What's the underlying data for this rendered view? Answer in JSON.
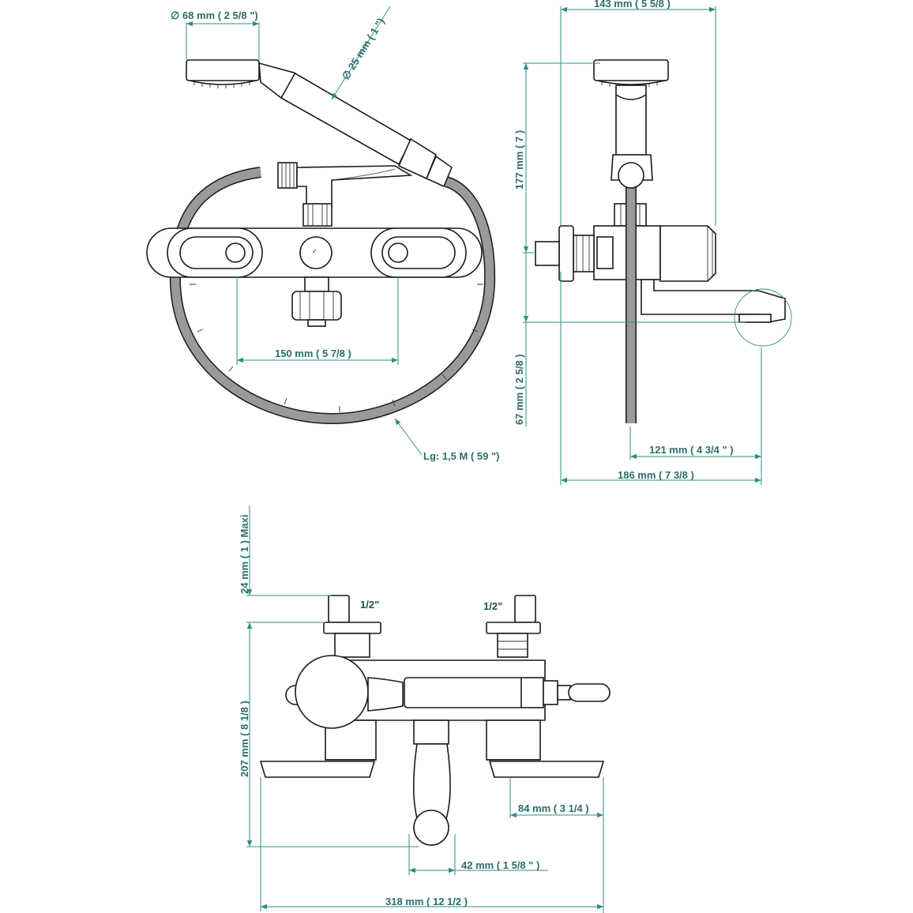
{
  "top_view": {
    "head_diameter": "∅ 68 mm ( 2 5/8 \")",
    "handle_diameter": "∅ 25 mm ( 1 \")",
    "centers": "150 mm ( 5 7/8 )",
    "hose_length": "Lg: 1,5 M ( 59 \")"
  },
  "side_view": {
    "width_top": "143 mm ( 5 5/8 )",
    "height_upper": "177 mm ( 7 )",
    "height_lower": "67 mm ( 2 5/8 )",
    "spout_reach": "121 mm ( 4 3/4 \" )",
    "overall_depth": "186 mm ( 7 3/8 )"
  },
  "front_view": {
    "inlet_left": "1/2\"",
    "inlet_right": "1/2\"",
    "adjust_max": "24 mm ( 1 ) Maxi",
    "height": "207 mm ( 8 1/8 )",
    "flange_offset": "84 mm ( 3 1/4 )",
    "spout_width": "42 mm ( 1 5/8 \" )",
    "overall_width": "318 mm ( 12 1/2 )"
  },
  "colors": {
    "dimension": "#2f8f86",
    "outline": "#1a1a1a",
    "hose": "#8a8a8a"
  }
}
